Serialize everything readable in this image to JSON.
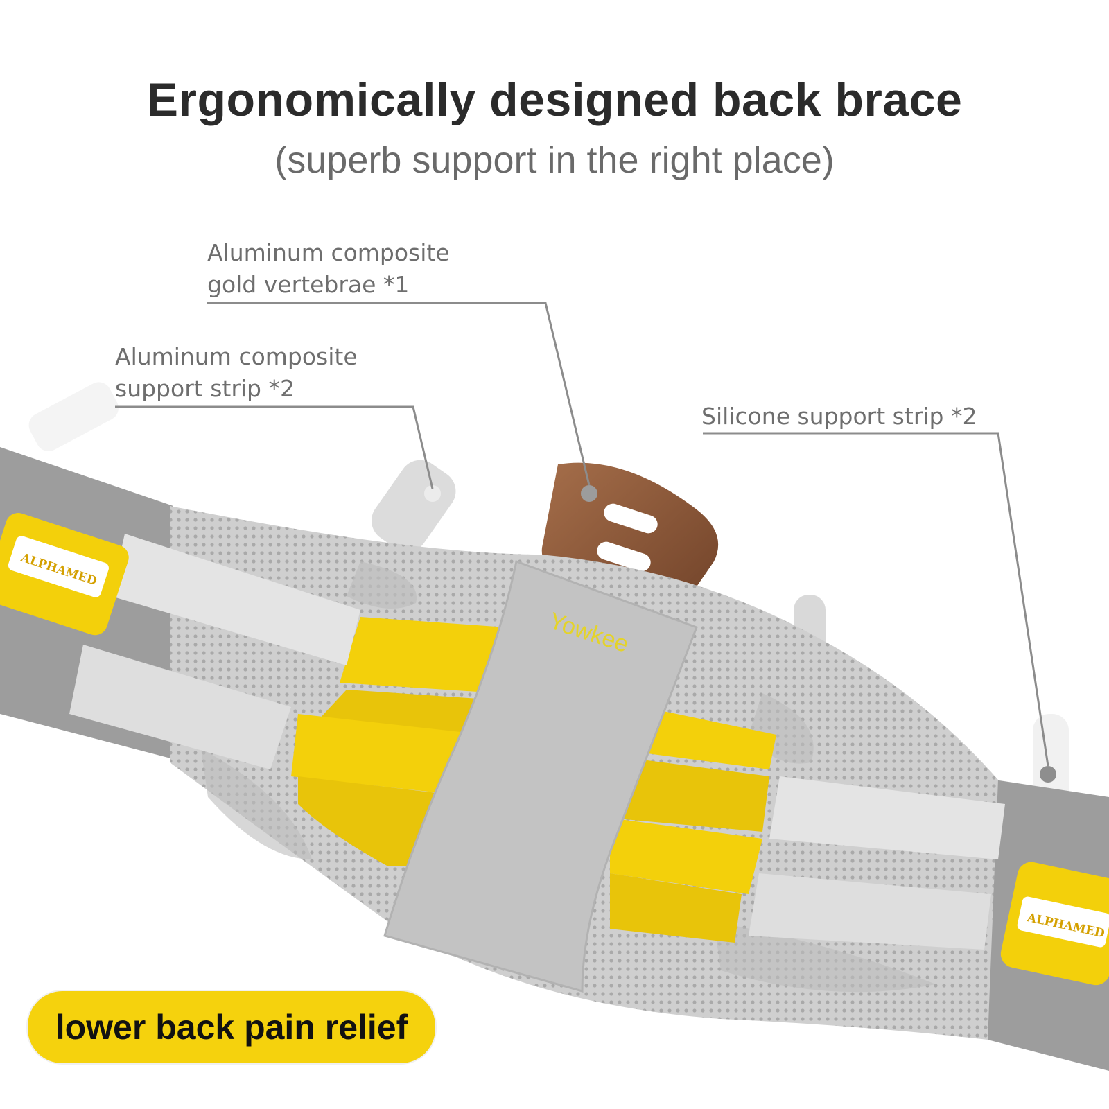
{
  "header": {
    "title": "Ergonomically designed back brace",
    "subtitle": "(superb support in the right place)"
  },
  "callouts": {
    "vertebrae": {
      "line1": "Aluminum composite",
      "line2": "gold vertebrae *1"
    },
    "support_strip": {
      "line1": "Aluminum composite",
      "line2": "support strip *2"
    },
    "silicone": {
      "line1": "Silicone support strip *2"
    }
  },
  "product": {
    "brand_left": "ALPHAMED",
    "brand_right": "ALPHAMED",
    "center_logo": "Yowkee"
  },
  "badge": {
    "label": "lower back pain relief"
  },
  "colors": {
    "accent_yellow": "#f5d20d",
    "copper": "#8a5a3c",
    "belt_gray": "#9c9c9c",
    "mesh_gray": "#c9c9c9",
    "text_dark": "#2b2b2b",
    "text_muted": "#6e6e6e"
  }
}
